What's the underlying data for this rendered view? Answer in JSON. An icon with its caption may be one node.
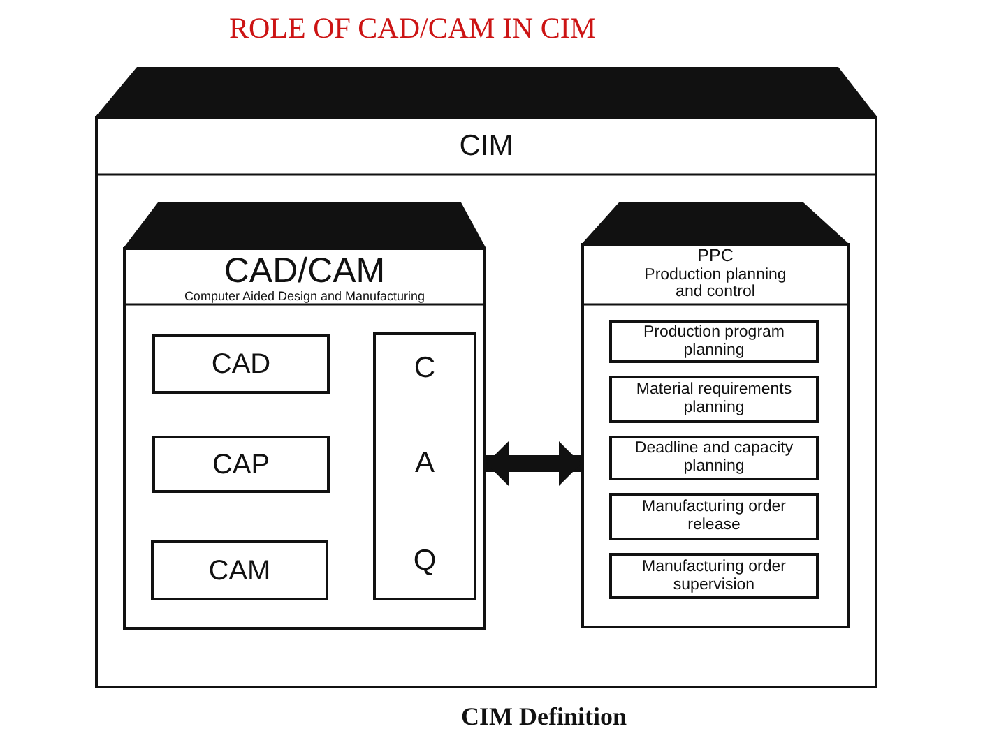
{
  "diagram": {
    "title": "ROLE OF CAD/CAM IN CIM",
    "caption": "CIM Definition",
    "nodes": [
      {
        "text": [
          "CIM"
        ]
      },
      {
        "text": [
          "CAD/CAM",
          "Computer Aided Design and Manufacturing"
        ],
        "in": 0
      },
      {
        "text": [
          "CAD"
        ],
        "in": 1
      },
      {
        "text": [
          "CAP"
        ],
        "in": 1
      },
      {
        "text": [
          "CAM"
        ],
        "in": 1
      },
      {
        "text": [
          "C",
          "A",
          "Q"
        ],
        "in": 1
      },
      {
        "text": [
          "PPC",
          "Production planning and control"
        ],
        "in": 0
      },
      {
        "text": [
          "Production program planning"
        ],
        "in": 6
      },
      {
        "text": [
          "Material requirements planning"
        ],
        "in": 6
      },
      {
        "text": [
          "Deadline and capacity planning"
        ],
        "in": 6
      },
      {
        "text": [
          "Manufacturing order release"
        ],
        "in": 6
      },
      {
        "text": [
          "Manufacturing order supervision"
        ],
        "in": 6
      }
    ],
    "edges": [
      {
        "from": 1,
        "to": 6,
        "arrow": "both"
      }
    ]
  }
}
